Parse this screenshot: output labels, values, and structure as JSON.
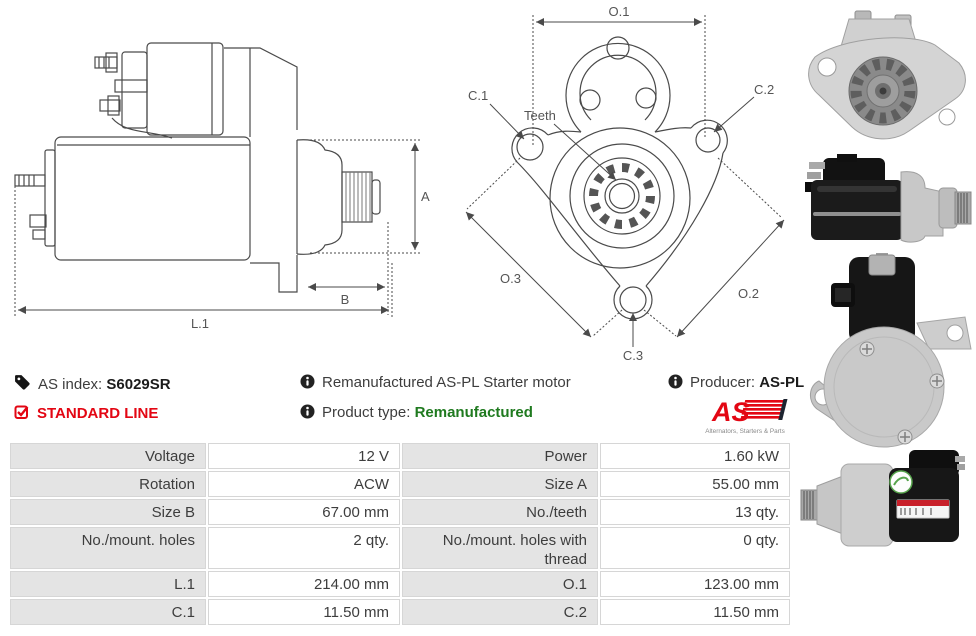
{
  "info": {
    "as_index_label": "AS index:",
    "as_index_value": "S6029SR",
    "standard_line": "STANDARD LINE",
    "description": "Remanufactured AS-PL Starter motor",
    "product_type_label": "Product type:",
    "product_type_value": "Remanufactured",
    "producer_label": "Producer:",
    "producer_value": "AS-PL"
  },
  "logo": {
    "text": "AS",
    "caption": "Alternators, Starters & Parts"
  },
  "drawing_side": {
    "dim_a": "A",
    "dim_b": "B",
    "dim_l1": "L.1"
  },
  "drawing_front": {
    "dim_o1": "O.1",
    "dim_o2": "O.2",
    "dim_o3": "O.3",
    "c1": "C.1",
    "c2": "C.2",
    "c3": "C.3",
    "teeth": "Teeth"
  },
  "images": {
    "photo1": "starter-front-view",
    "photo2": "starter-side-view",
    "photo3": "starter-rear-view",
    "photo4": "starter-angled-view"
  },
  "colors": {
    "accent_red": "#e30613",
    "green": "#1f7a1f",
    "table_label_bg": "#e4e4e4",
    "drawing_line": "#4a4a4a"
  },
  "table": {
    "rows": [
      {
        "l1": "Voltage",
        "v1": "12 V",
        "l2": "Power",
        "v2": "1.60 kW"
      },
      {
        "l1": "Rotation",
        "v1": "ACW",
        "l2": "Size A",
        "v2": "55.00 mm"
      },
      {
        "l1": "Size B",
        "v1": "67.00 mm",
        "l2": "No./teeth",
        "v2": "13 qty."
      },
      {
        "l1": "No./mount. holes",
        "v1": "2 qty.",
        "l2": "No./mount. holes with thread",
        "v2": "0 qty."
      },
      {
        "l1": "L.1",
        "v1": "214.00 mm",
        "l2": "O.1",
        "v2": "123.00 mm"
      },
      {
        "l1": "C.1",
        "v1": "11.50 mm",
        "l2": "C.2",
        "v2": "11.50 mm"
      }
    ]
  }
}
